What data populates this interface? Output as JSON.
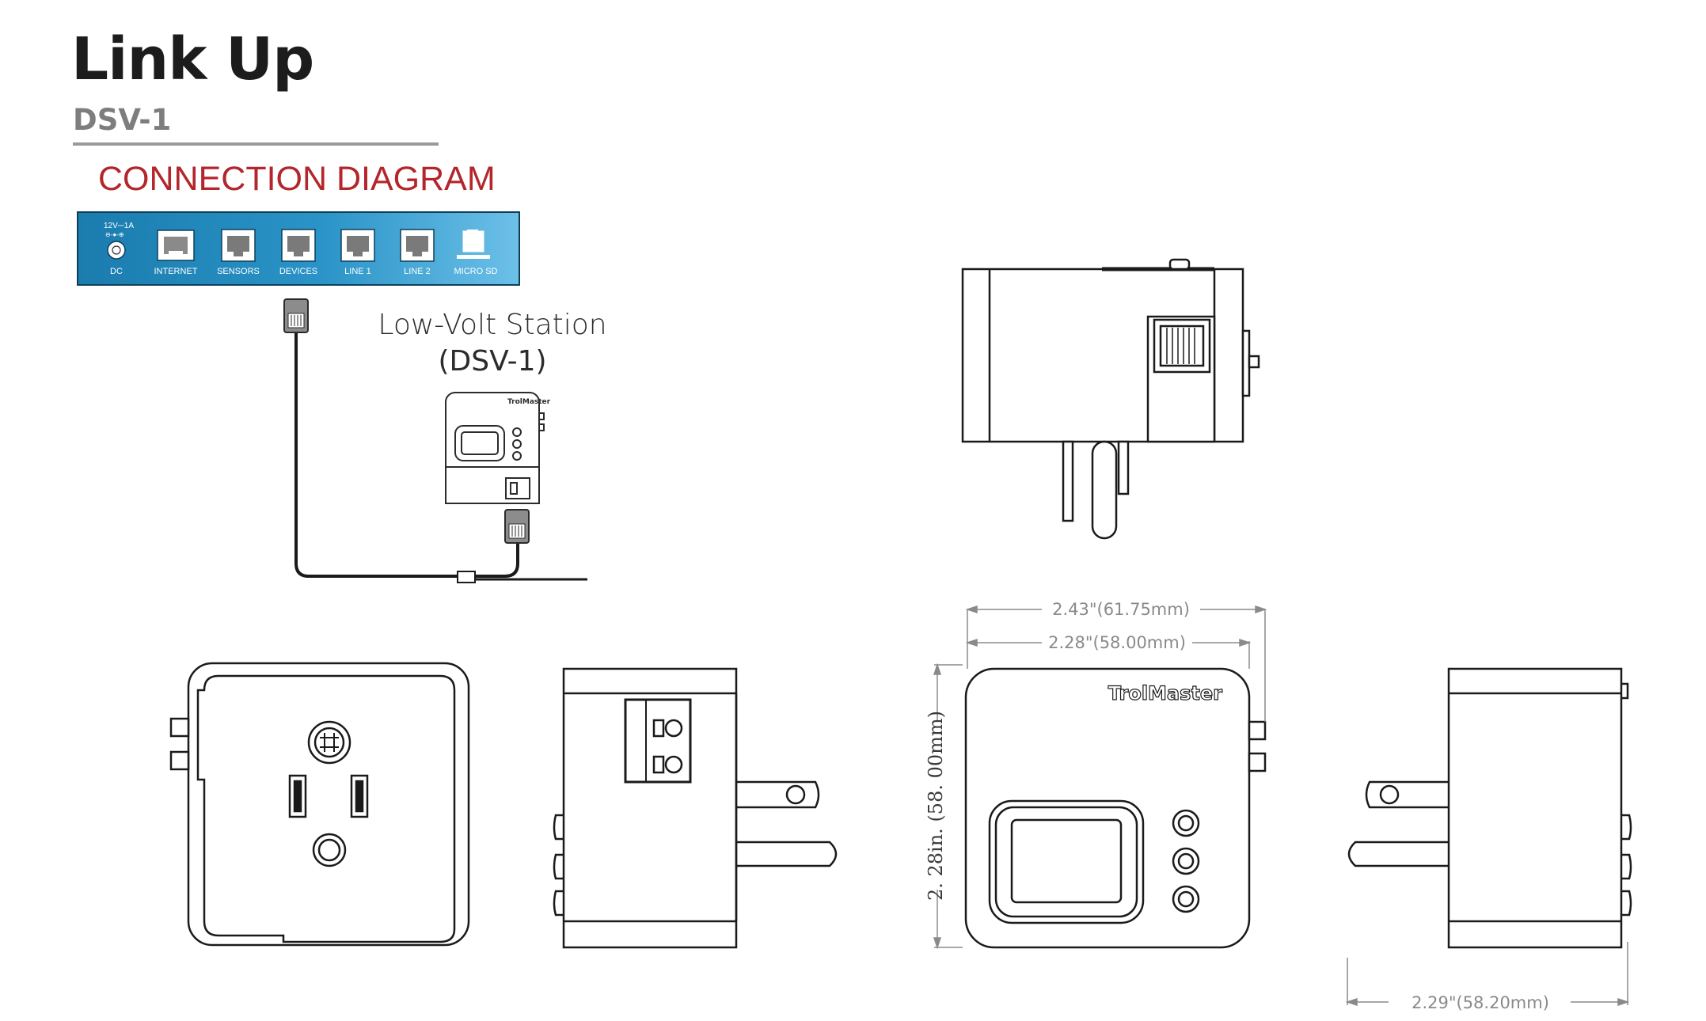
{
  "header": {
    "title": "Link Up",
    "model": "DSV-1",
    "section": "CONNECTION DIAGRAM"
  },
  "control_panel": {
    "power_rating": "12V⎓1A",
    "ports": [
      "DC",
      "INTERNET",
      "SENSORS",
      "DEVICES",
      "LINE 1",
      "LINE 2",
      "MICRO SD"
    ]
  },
  "station": {
    "label_line1": "Low-Volt Station",
    "label_line2": "(DSV-1)",
    "brand": "TrolMaster"
  },
  "dimensions": {
    "width_outer": "2.43\"(61.75mm)",
    "width_body": "2.28\"(58.00mm)",
    "height": "2. 28in. (58. 00mm)",
    "depth": "2.29\"(58.20mm)"
  },
  "colors": {
    "title": "#1c1c1c",
    "subtitle": "#7d7d7d",
    "section": "#b3262b",
    "panel_dark": "#1b7cae",
    "panel_light": "#6cc0e8",
    "line": "#1a1a1a",
    "dimension": "#8a8a8a"
  }
}
